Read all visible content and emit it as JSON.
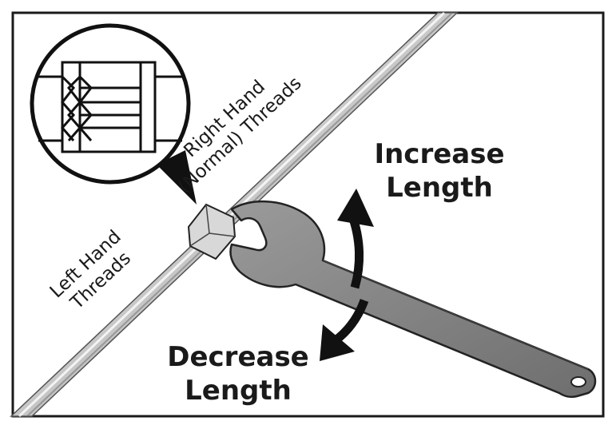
{
  "labels": {
    "right_hand_line1": "Right Hand",
    "right_hand_line2": "(Normal) Threads",
    "left_hand_line1": "Left Hand",
    "left_hand_line2": "Threads",
    "increase_line1": "Increase",
    "increase_line2": "Length",
    "decrease_line1": "Decrease",
    "decrease_line2": "Length"
  },
  "icons": {
    "rod": "threaded-rod-icon",
    "nut": "hex-nut-icon",
    "wrench": "wrench-icon",
    "detail": "thread-detail-icon",
    "increase_arrow": "curved-arrow-up-icon",
    "decrease_arrow": "curved-arrow-down-icon"
  },
  "colors": {
    "rod_light": "#e6e6e6",
    "rod_dark": "#8c8c8c",
    "wrench": "#7a7a7a",
    "outline": "#111111",
    "arrow": "#111111"
  }
}
